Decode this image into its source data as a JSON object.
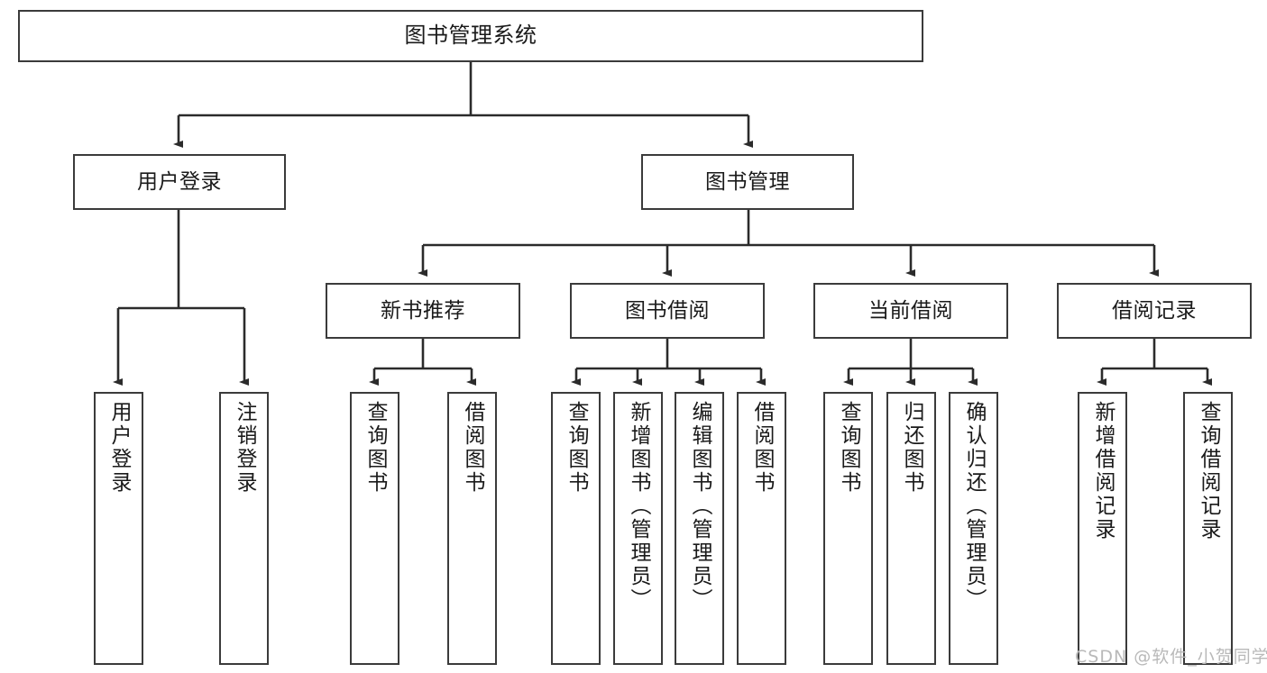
{
  "diagram": {
    "type": "tree-hierarchy",
    "title": "图书管理系统",
    "watermark": "CSDN @软件_小贺同学",
    "colors": {
      "box_border": "#3b3b3b",
      "box_fill": "#ffffff",
      "edge": "#2b2b2b",
      "text": "#1a1a1a",
      "watermark": "#b9b9b9",
      "background": "#ffffff"
    },
    "levels": {
      "root": {
        "label": "图书管理系统"
      },
      "level2": [
        {
          "label": "用户登录"
        },
        {
          "label": "图书管理"
        }
      ],
      "level3": [
        {
          "label": "新书推荐"
        },
        {
          "label": "图书借阅"
        },
        {
          "label": "当前借阅"
        },
        {
          "label": "借阅记录"
        }
      ],
      "leaves": {
        "user_login": [
          {
            "label": "用户登录"
          },
          {
            "label": "注销登录"
          }
        ],
        "new_book_recommend": [
          {
            "label": "查询图书"
          },
          {
            "label": "借阅图书"
          }
        ],
        "book_borrow": [
          {
            "label": "查询图书"
          },
          {
            "label": "新增图书（管理员）"
          },
          {
            "label": "编辑图书（管理员）"
          },
          {
            "label": "借阅图书"
          }
        ],
        "current_borrow": [
          {
            "label": "查询图书"
          },
          {
            "label": "归还图书"
          },
          {
            "label": "确认归还（管理员）"
          }
        ],
        "borrow_record": [
          {
            "label": "新增借阅记录"
          },
          {
            "label": "查询借阅记录"
          }
        ]
      }
    }
  }
}
